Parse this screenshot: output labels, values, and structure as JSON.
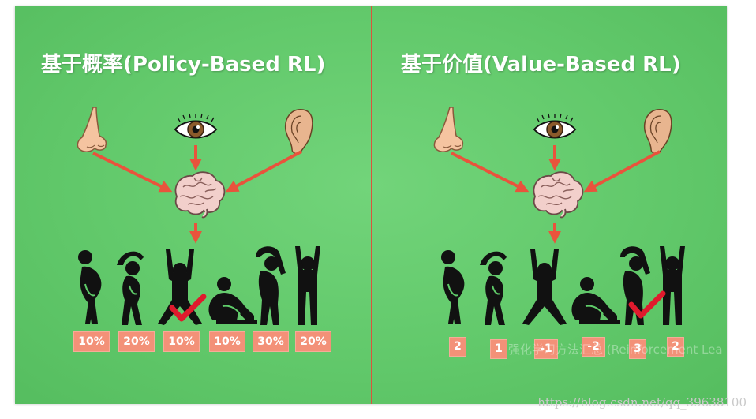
{
  "colors": {
    "background": "#62c96b",
    "divider": "#d9563d",
    "arrow": "#e9533c",
    "badge": "#f39178",
    "check": "#e01a2d",
    "figure": "#111111"
  },
  "left_panel": {
    "title": "基于概率(Policy-Based RL)",
    "icons": [
      "nose-icon",
      "eye-icon",
      "ear-icon",
      "brain-icon"
    ],
    "action_badges": [
      "10%",
      "20%",
      "10%",
      "10%",
      "30%",
      "20%"
    ],
    "selected_action_index": 2
  },
  "right_panel": {
    "title": "基于价值(Value-Based RL)",
    "icons": [
      "nose-icon",
      "eye-icon",
      "ear-icon",
      "brain-icon"
    ],
    "action_badges": [
      "2",
      "1",
      "-1",
      "-2",
      "3",
      "2"
    ],
    "selected_action_index": 4
  },
  "overlay_caption": "强化学习方法汇总 (Reinforcement Lea",
  "watermark": "https://blog.csdn.net/qq_39638100"
}
